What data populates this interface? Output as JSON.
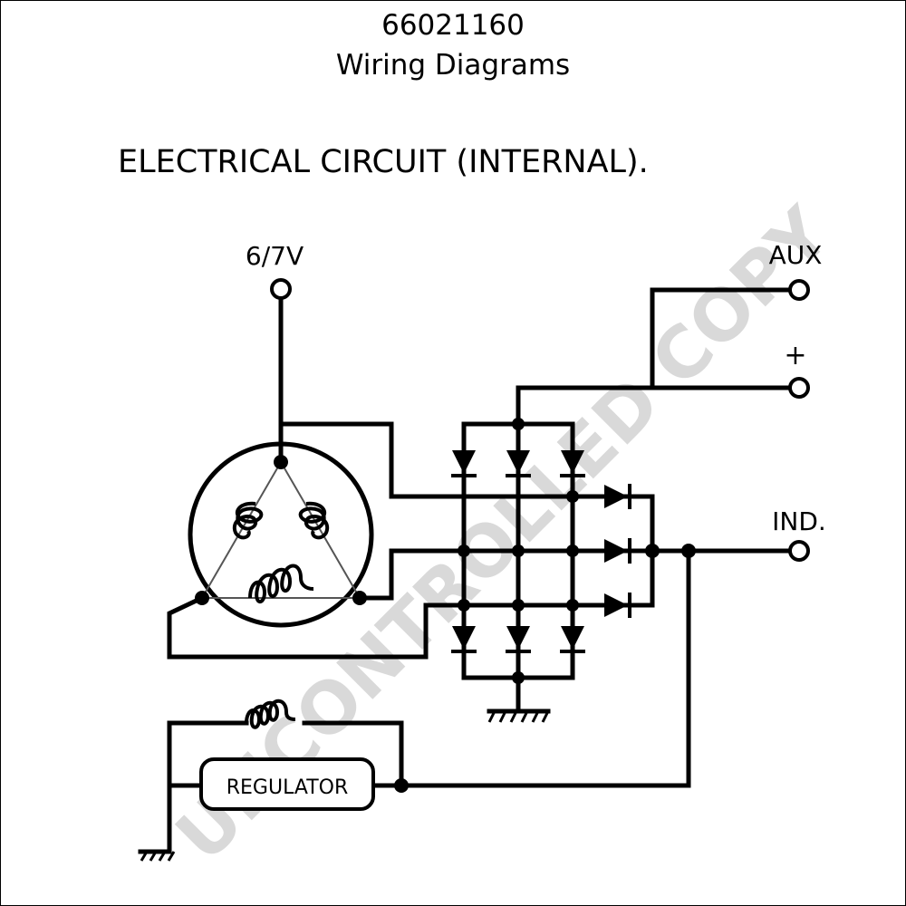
{
  "header": {
    "part_number": "66021160",
    "subtitle": "Wiring Diagrams"
  },
  "diagram": {
    "title": "ELECTRICAL CIRCUIT (INTERNAL).",
    "terminals": {
      "voltage": "6/7V",
      "aux": "AUX",
      "positive": "+",
      "indicator": "IND."
    },
    "regulator_label": "REGULATOR",
    "watermark": "UNCONTROLLED COPY"
  }
}
